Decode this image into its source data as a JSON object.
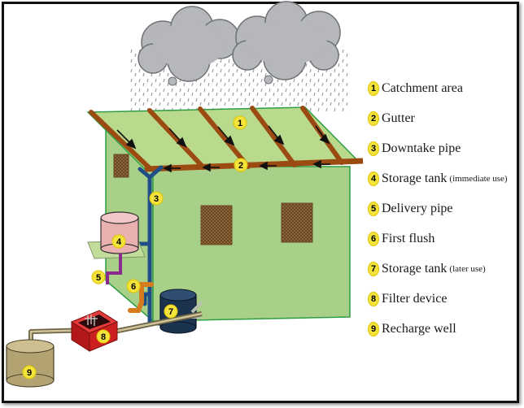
{
  "legend": [
    {
      "num": "1",
      "label": "Catchment area",
      "sub": ""
    },
    {
      "num": "2",
      "label": "Gutter",
      "sub": ""
    },
    {
      "num": "3",
      "label": "Downtake pipe",
      "sub": ""
    },
    {
      "num": "4",
      "label": "Storage tank",
      "sub": "(immediate use)"
    },
    {
      "num": "5",
      "label": "Delivery pipe",
      "sub": ""
    },
    {
      "num": "6",
      "label": "First flush",
      "sub": ""
    },
    {
      "num": "7",
      "label": "Storage tank",
      "sub": "(later use)"
    },
    {
      "num": "8",
      "label": "Filter device",
      "sub": ""
    },
    {
      "num": "9",
      "label": "Recharge well",
      "sub": ""
    }
  ],
  "markers": [
    "1",
    "2",
    "3",
    "4",
    "5",
    "6",
    "7",
    "8",
    "9"
  ],
  "colors": {
    "roof": "#b9d98c",
    "wall": "#a9d089",
    "wall_outline": "#2e9e44",
    "beam": "#9b4a12",
    "pipe": "#1f4f86",
    "tank_pink": "#e9b0b0",
    "tank_navy": "#1c3350",
    "tank_olive": "#b4a372",
    "filter_red": "#cc1f1f",
    "delivery_purple": "#8b2a8e",
    "flush_orange": "#d67a1e",
    "cloud": "#b5b7ba",
    "badge_yellow": "#f3e33a"
  }
}
